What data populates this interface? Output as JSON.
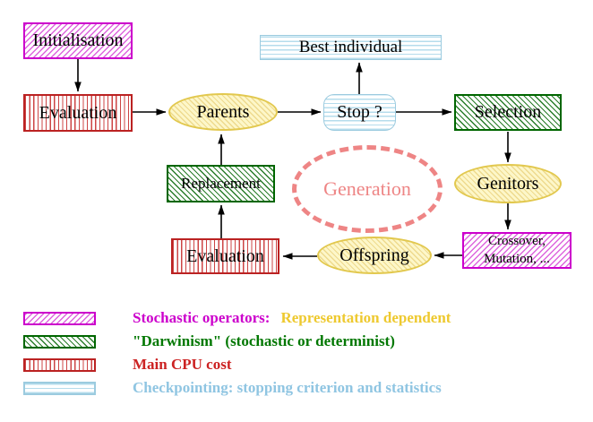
{
  "nodes": {
    "initialisation": {
      "label": "Initialisation"
    },
    "evaluation_top": {
      "label": "Evaluation"
    },
    "parents": {
      "label": "Parents"
    },
    "best_individual": {
      "label": "Best individual"
    },
    "stop": {
      "label": "Stop ?"
    },
    "selection": {
      "label": "Selection"
    },
    "genitors": {
      "label": "Genitors"
    },
    "crossover_mutation": {
      "line1": "Crossover,",
      "line2": "Mutation, ..."
    },
    "offspring": {
      "label": "Offspring"
    },
    "evaluation_bottom": {
      "label": "Evaluation"
    },
    "replacement": {
      "label": "Replacement"
    },
    "generation": {
      "label": "Generation"
    }
  },
  "legend": {
    "items": [
      {
        "swatch": "magenta-diagonal-hatch",
        "parts": [
          {
            "text": "Stochastic operators:",
            "color": "#cc00cc"
          },
          {
            "text": "Representation dependent",
            "color": "#eec92f"
          }
        ]
      },
      {
        "swatch": "green-diagonal-hatch",
        "parts": [
          {
            "text": "\"Darwinism\" (stochastic or determinist)",
            "color": "#007700"
          }
        ]
      },
      {
        "swatch": "red-vertical-hatch",
        "parts": [
          {
            "text": "Main CPU cost",
            "color": "#cc2222"
          }
        ]
      },
      {
        "swatch": "cyan-horizontal-hatch",
        "parts": [
          {
            "text": "Checkpointing: stopping criterion and statistics",
            "color": "#8fc5e2"
          }
        ]
      }
    ]
  },
  "colors": {
    "magenta_border": "#cc00cc",
    "green_border": "#006600",
    "red_border": "#bb2222",
    "cyan_border": "#9ccbdf",
    "yellow_border": "#e2c84e",
    "generation_dashed": "#ee8585",
    "arrow": "#000000",
    "background": "#ffffff"
  }
}
